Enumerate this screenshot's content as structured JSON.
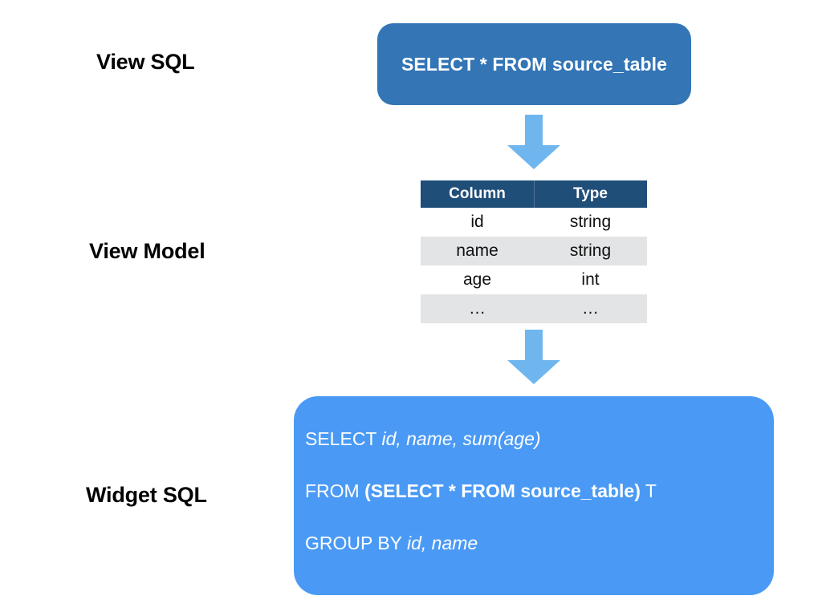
{
  "diagram": {
    "title": "View SQL to View Model to Widget SQL",
    "colors": {
      "view_sql_box": "#3375B5",
      "widget_sql_box": "#4A9AF5",
      "table_header": "#1F4E79",
      "table_alt_row": "#E3E4E6",
      "arrow": "#6FB6EF",
      "label_text": "#000000",
      "box_text": "#FFFFFF"
    }
  },
  "rows": {
    "view_sql": {
      "label": "View SQL",
      "box_text": "SELECT * FROM source_table"
    },
    "view_model": {
      "label": "View Model",
      "table": {
        "headers": [
          "Column",
          "Type"
        ],
        "rows": [
          [
            "id",
            "string"
          ],
          [
            "name",
            "string"
          ],
          [
            "age",
            "int"
          ],
          [
            "…",
            "…"
          ]
        ]
      }
    },
    "widget_sql": {
      "label": "Widget SQL",
      "lines": [
        {
          "parts": [
            {
              "text": "SELECT ",
              "style": "regular"
            },
            {
              "text": "id, name, sum(age)",
              "style": "italic"
            }
          ]
        },
        {
          "parts": [
            {
              "text": "FROM ",
              "style": "regular"
            },
            {
              "text": "(SELECT * FROM source_table)",
              "style": "bold"
            },
            {
              "text": " T",
              "style": "regular"
            }
          ]
        },
        {
          "parts": [
            {
              "text": "GROUP BY ",
              "style": "regular"
            },
            {
              "text": "id, name",
              "style": "italic"
            }
          ]
        }
      ]
    }
  },
  "arrows": {
    "top": {
      "name": "down-arrow-icon",
      "direction": "down"
    },
    "bottom": {
      "name": "down-arrow-icon",
      "direction": "down"
    }
  }
}
